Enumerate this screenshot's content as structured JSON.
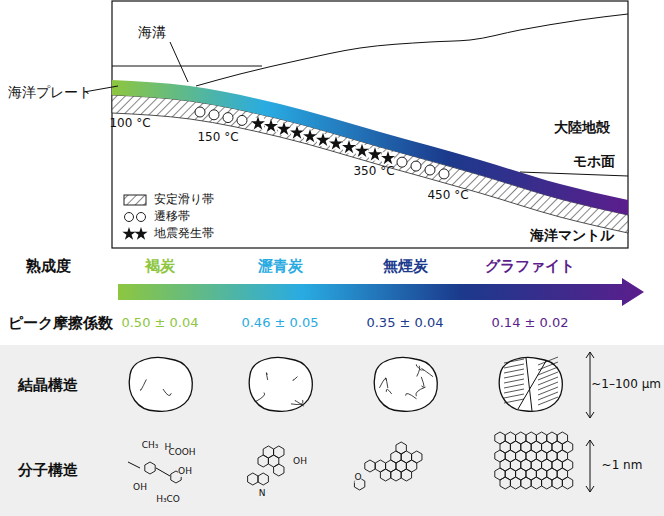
{
  "diagram": {
    "labels": [
      "海溝",
      "海洋プレート",
      "100 °C",
      "150 °C",
      "350 °C",
      "450 °C",
      "大陸地殻",
      "モホ面",
      "海洋マントル",
      "熟成度",
      "褐炭",
      "瀝青炭",
      "無煙炭",
      "グラファイト",
      "ピーク摩擦係数",
      "0.50 ± 0.04",
      "0.46 ± 0.05",
      "0.35 ± 0.04",
      "0.14 ± 0.02",
      "結晶構造",
      "~1–100 μm",
      "分子構造",
      "~1 nm",
      "CH₃",
      "H",
      "COOH",
      "OH",
      "OH",
      "H₃CO",
      "N",
      "OH",
      "O"
    ],
    "legend": [
      {
        "text": "安定滑り帯"
      },
      {
        "text": "遷移帯"
      },
      {
        "text": "地震発生帯"
      }
    ]
  }
}
